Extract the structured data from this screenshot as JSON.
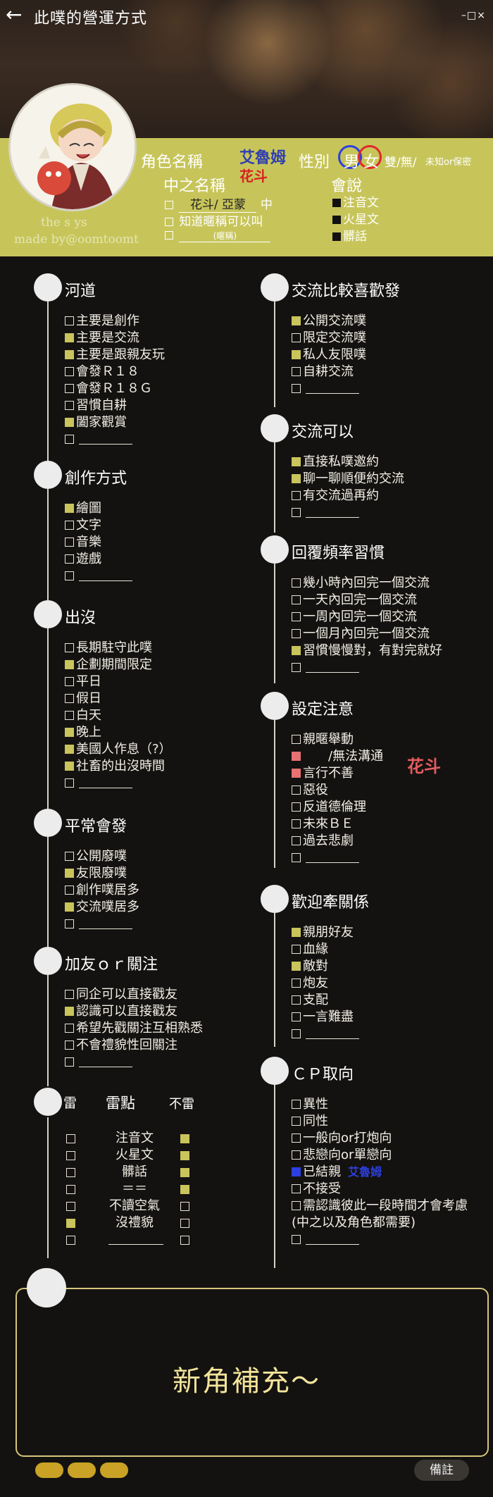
{
  "header": {
    "back_icon": "←",
    "title": "此噗的營運方式",
    "window_controls": "–□×"
  },
  "watermark": {
    "line1": "the s   ys",
    "line2": "made by@oomtoomt"
  },
  "profile": {
    "char_name_label": "角色名稱",
    "char_name_value": "艾魯姆",
    "char_name_value2": "花斗",
    "zh_name_label": "中之名稱",
    "zh_name_value": "花斗/ 亞蒙",
    "zh_name_suffix": "中",
    "know_nickname": "知道暱稱可以叫",
    "nickname_hint": "(暱稱)",
    "gender_label": "性別",
    "gender_male": "男",
    "gender_female": "女",
    "gender_rest": "雙/無/",
    "gender_small": "未知or保密",
    "speak_label": "會說",
    "speak_items": [
      "注音文",
      "火星文",
      "髒話"
    ]
  },
  "sections": {
    "hedao": {
      "title": "河道",
      "items": [
        "主要是創作",
        "主要是交流",
        "主要是跟親友玩",
        "會發Ｒ１８",
        "會發Ｒ１８Ｇ",
        "習慣自耕",
        "闔家觀賞",
        ""
      ]
    },
    "chuangzuo": {
      "title": "創作方式",
      "items": [
        "繪圖",
        "文字",
        "音樂",
        "遊戲",
        ""
      ]
    },
    "chumo": {
      "title": "出沒",
      "items": [
        "長期駐守此噗",
        "企劃期間限定",
        "平日",
        "假日",
        "白天",
        "晚上",
        "美國人作息（?）",
        "社畜的出沒時間",
        ""
      ]
    },
    "pingchang": {
      "title": "平常會發",
      "items": [
        "公開廢噗",
        "友限廢噗",
        "創作噗居多",
        "交流噗居多",
        ""
      ]
    },
    "jiayou": {
      "title": "加友ｏｒ關注",
      "items": [
        "同企可以直接戳友",
        "認識可以直接戳友",
        "希望先戳關注互相熟悉",
        "不會禮貌性回關注",
        ""
      ]
    },
    "jiaoliu_like": {
      "title": "交流比較喜歡發",
      "items": [
        "公開交流噗",
        "限定交流噗",
        "私人友限噗",
        "自耕交流",
        ""
      ]
    },
    "jiaoliu_ok": {
      "title": "交流可以",
      "items": [
        "直接私噗邀約",
        "聊一聊順便約交流",
        "有交流過再約",
        ""
      ]
    },
    "huifu": {
      "title": "回覆頻率習慣",
      "items": [
        "幾小時內回完一個交流",
        "一天內回完一個交流",
        "一周內回完一個交流",
        "一個月內回完一個交流",
        "習慣慢慢對，有對完就好",
        ""
      ]
    },
    "sheding": {
      "title": "設定注意",
      "items": [
        "親暱舉動",
        "　　/無法溝通",
        "言行不善",
        "惡役",
        "反道德倫理",
        "未來ＢＥ",
        "過去悲劇",
        ""
      ],
      "note": "花斗"
    },
    "qianguanxi": {
      "title": "歡迎牽關係",
      "items": [
        "親朋好友",
        "血緣",
        "敵對",
        "炮友",
        "支配",
        "一言難盡",
        ""
      ]
    },
    "cp": {
      "title": "ＣＰ取向",
      "items": [
        "異性",
        "同性",
        "一般向or打炮向",
        "悲戀向or單戀向",
        "已結親",
        "不接受",
        "需認識彼此一段時間才會考慮",
        "(中之以及角色都需要)",
        ""
      ],
      "married_to": "艾魯姆"
    },
    "lei": {
      "title_left": "雷",
      "title_mid": "雷點",
      "title_right": "不雷",
      "rows": [
        "注音文",
        "火星文",
        "髒話",
        "＝＝",
        "不讀空氣",
        "沒禮貌",
        ""
      ]
    }
  },
  "footer": {
    "card_title": "新角補充～",
    "note_button": "備註"
  }
}
